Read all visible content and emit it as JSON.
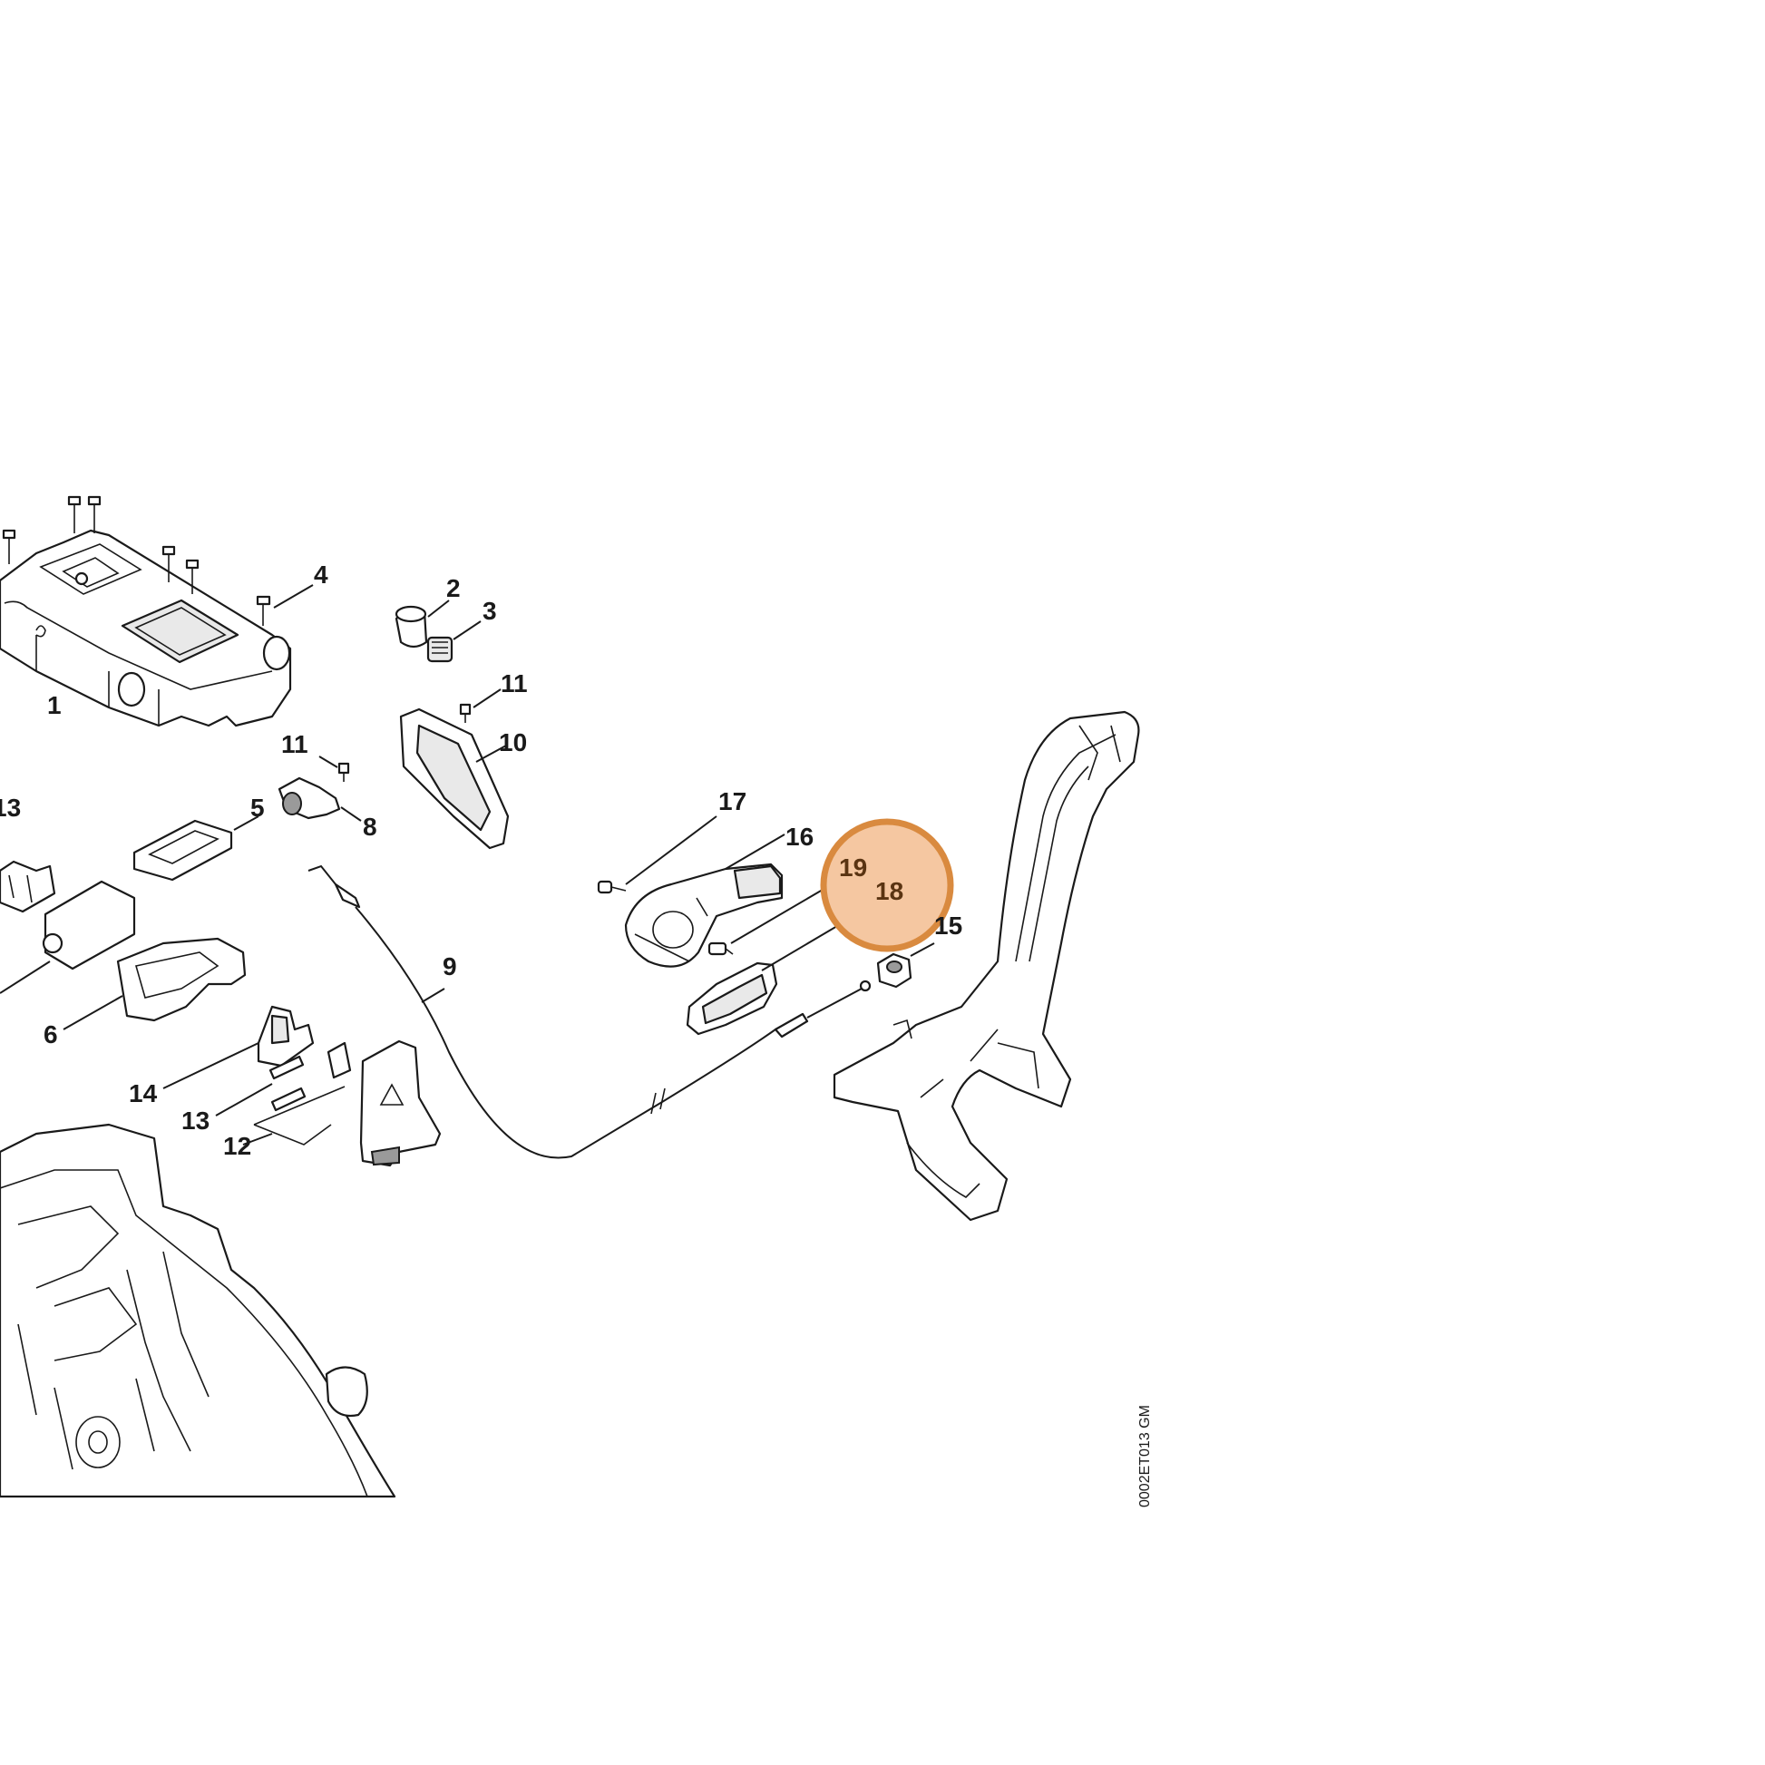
{
  "diagram": {
    "drawing_id": "0002ET013 GM",
    "highlight": {
      "fill": "#f5c7a1",
      "stroke": "#d98a3f",
      "parts": [
        "19",
        "18"
      ]
    },
    "callouts": [
      {
        "id": "c1",
        "label": "1"
      },
      {
        "id": "c2",
        "label": "2"
      },
      {
        "id": "c3",
        "label": "3"
      },
      {
        "id": "c4",
        "label": "4"
      },
      {
        "id": "c5",
        "label": "5"
      },
      {
        "id": "c6",
        "label": "6"
      },
      {
        "id": "c8",
        "label": "8"
      },
      {
        "id": "c9",
        "label": "9"
      },
      {
        "id": "c10",
        "label": "10"
      },
      {
        "id": "c11a",
        "label": "11"
      },
      {
        "id": "c11b",
        "label": "11"
      },
      {
        "id": "c12",
        "label": "12"
      },
      {
        "id": "c13a",
        "label": "13"
      },
      {
        "id": "c13b",
        "label": "13"
      },
      {
        "id": "c14",
        "label": "14"
      },
      {
        "id": "c15",
        "label": "15"
      },
      {
        "id": "c16",
        "label": "16"
      },
      {
        "id": "c17",
        "label": "17"
      },
      {
        "id": "c18",
        "label": "18"
      },
      {
        "id": "c19",
        "label": "19"
      }
    ]
  }
}
